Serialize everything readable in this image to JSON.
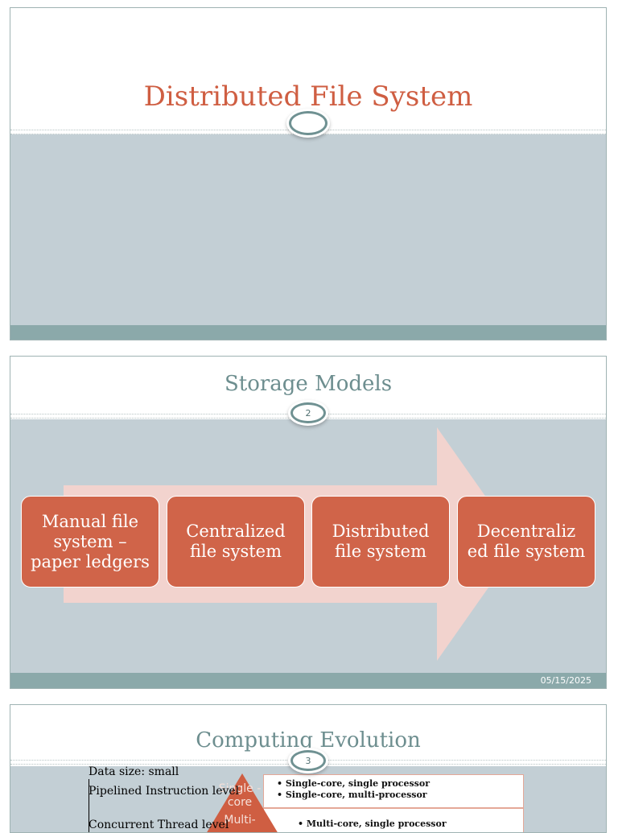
{
  "slides": [
    {
      "number": "",
      "title": "Distributed File System"
    },
    {
      "number": "2",
      "title": "Storage Models",
      "date": "05/15/2025",
      "steps": [
        "Manual file system – paper ledgers",
        "Centralized file system",
        "Distributed file system",
        "Decentraliz ed file system"
      ]
    },
    {
      "number": "3",
      "title": "Computing Evolution",
      "pyramid": {
        "tiers": [
          "Single -core",
          "Multi-"
        ],
        "groups": [
          [
            "• Single-core, single processor",
            "• Single-core, multi-processor"
          ],
          [
            "• Multi-core, single processor"
          ]
        ]
      },
      "overlay": {
        "data_size": "Data size: small",
        "pipelined": "Pipelined Instruction level",
        "concurrent": "Concurrent Thread level"
      }
    }
  ],
  "colors": {
    "accent": "#d06449",
    "title_teal": "#6d8e8f",
    "body_fill": "#c3cfd5",
    "footer_fill": "#8ba9aa",
    "arrow_fill": "#f2d3ce"
  }
}
